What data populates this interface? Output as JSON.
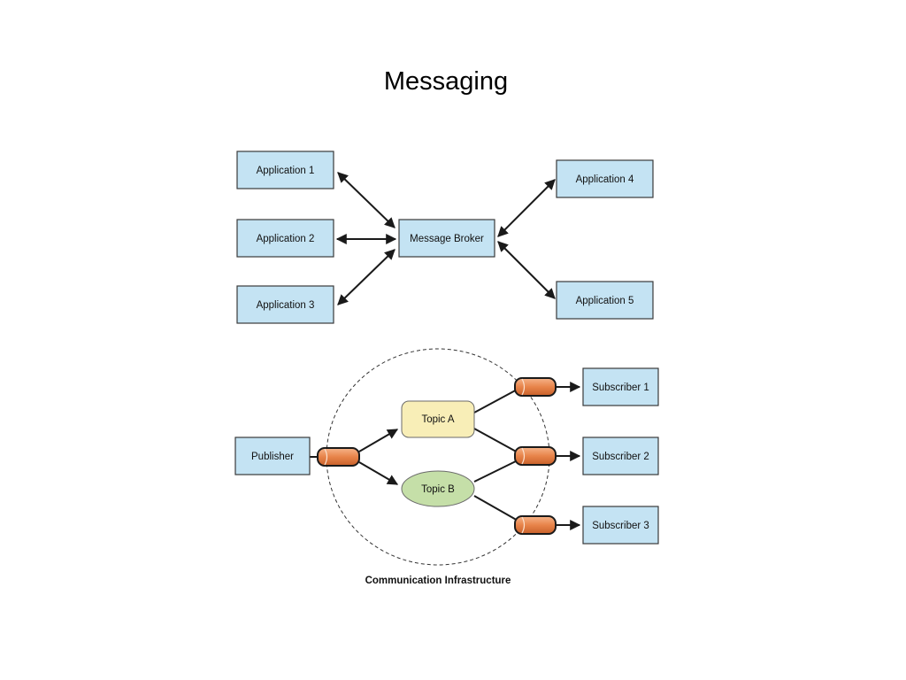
{
  "title": "Messaging",
  "broker_diagram": {
    "broker": "Message Broker",
    "applications": [
      "Application 1",
      "Application 2",
      "Application 3",
      "Application 4",
      "Application 5"
    ]
  },
  "pubsub_diagram": {
    "publisher": "Publisher",
    "topics": [
      "Topic A",
      "Topic B"
    ],
    "subscribers": [
      "Subscriber 1",
      "Subscriber 2",
      "Subscriber 3"
    ],
    "infrastructure_label": "Communication Infrastructure"
  },
  "colors": {
    "box_fill": "#c4e3f3",
    "topic_a_fill": "#f8eeb7",
    "topic_b_fill": "#c5dfa8",
    "queue_fill": "#e8844a"
  }
}
